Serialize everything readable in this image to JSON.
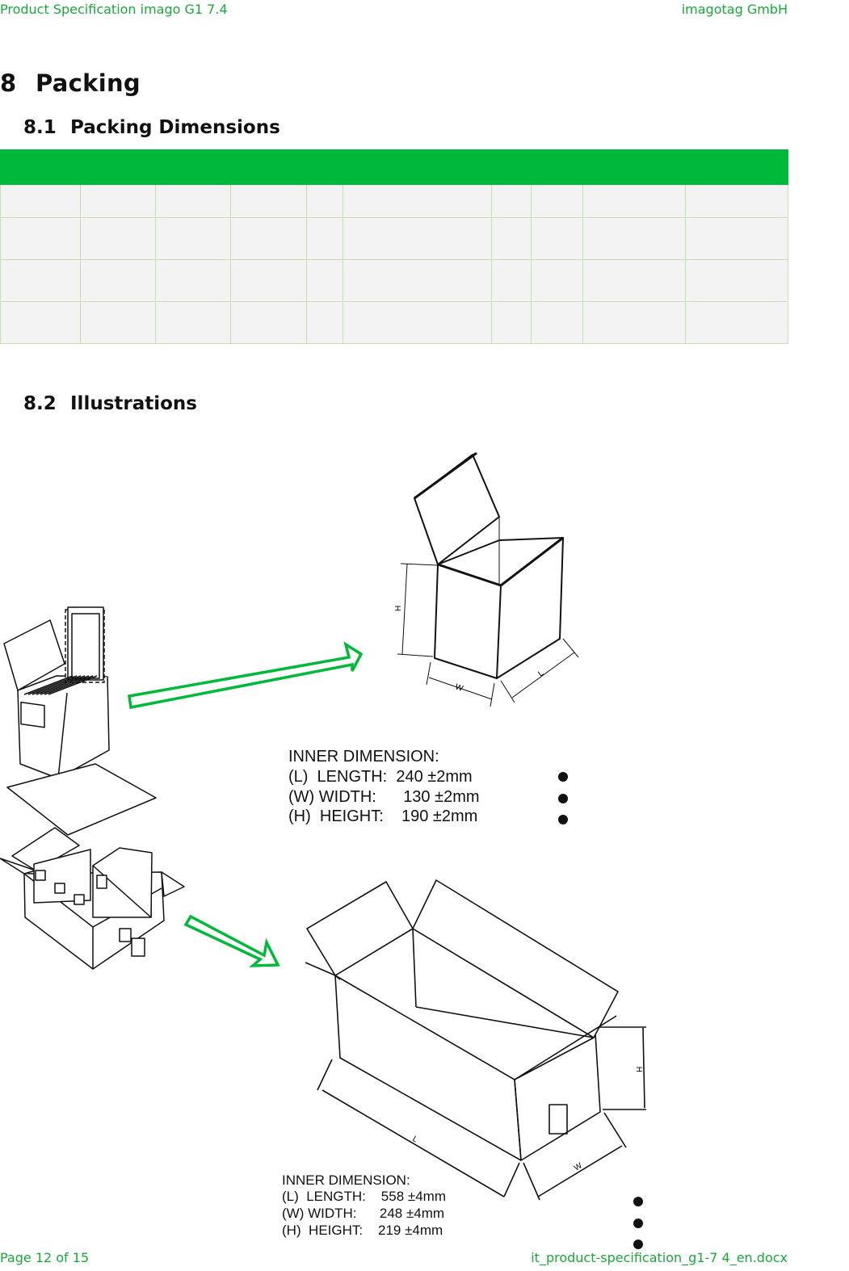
{
  "header": {
    "left": "Product Specification imago G1 7.4",
    "right": "imagotag GmbH"
  },
  "footer": {
    "left": "Page 12 of 15",
    "right": "it_product-specification_g1-7 4_en.docx"
  },
  "section8": {
    "num": "8",
    "title": "Packing"
  },
  "section81": {
    "num": "8.1",
    "title": "Packing Dimensions"
  },
  "section82": {
    "num": "8.2",
    "title": "Illustrations"
  },
  "table": {
    "header_color": "#00b83a",
    "columns": 10,
    "rows": 4
  },
  "colors": {
    "accent": "#00b83a",
    "text_accent": "#1aa83a"
  },
  "box_small": {
    "inner_title": "INNER DIMENSION:",
    "length": "(L)  LENGTH:  240 ±2mm",
    "width": "(W) WIDTH:      130 ±2mm",
    "height": "(H)  HEIGHT:    190 ±2mm",
    "label_h": "H",
    "label_w": "W",
    "label_l": "L"
  },
  "box_large": {
    "inner_title": "INNER DIMENSION:",
    "length": "(L)  LENGTH:    558 ±4mm",
    "width": "(W) WIDTH:      248 ±4mm",
    "height": "(H)  HEIGHT:    219 ±4mm",
    "label_h": "H",
    "label_w": "W",
    "label_l": "L"
  }
}
